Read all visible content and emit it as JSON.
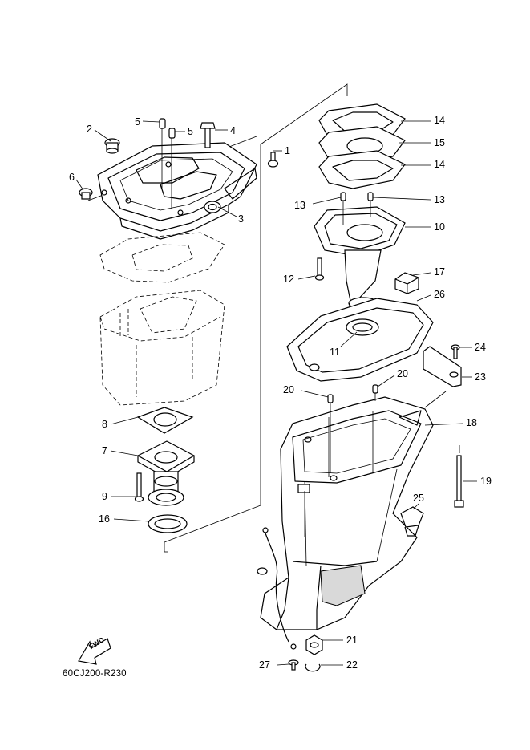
{
  "diagram_code": "60CJ200-R230",
  "fwd_label": "FWD",
  "callouts": [
    {
      "id": "c1",
      "label": "1"
    },
    {
      "id": "c2",
      "label": "2"
    },
    {
      "id": "c3",
      "label": "3"
    },
    {
      "id": "c4",
      "label": "4"
    },
    {
      "id": "c5a",
      "label": "5"
    },
    {
      "id": "c5b",
      "label": "5"
    },
    {
      "id": "c6",
      "label": "6"
    },
    {
      "id": "c7",
      "label": "7"
    },
    {
      "id": "c8",
      "label": "8"
    },
    {
      "id": "c9",
      "label": "9"
    },
    {
      "id": "c10",
      "label": "10"
    },
    {
      "id": "c11",
      "label": "11"
    },
    {
      "id": "c12",
      "label": "12"
    },
    {
      "id": "c13a",
      "label": "13"
    },
    {
      "id": "c13b",
      "label": "13"
    },
    {
      "id": "c14a",
      "label": "14"
    },
    {
      "id": "c14b",
      "label": "14"
    },
    {
      "id": "c15",
      "label": "15"
    },
    {
      "id": "c16",
      "label": "16"
    },
    {
      "id": "c17",
      "label": "17"
    },
    {
      "id": "c18",
      "label": "18"
    },
    {
      "id": "c19",
      "label": "19"
    },
    {
      "id": "c20a",
      "label": "20"
    },
    {
      "id": "c20b",
      "label": "20"
    },
    {
      "id": "c21",
      "label": "21"
    },
    {
      "id": "c22",
      "label": "22"
    },
    {
      "id": "c23",
      "label": "23"
    },
    {
      "id": "c24",
      "label": "24"
    },
    {
      "id": "c25",
      "label": "25"
    },
    {
      "id": "c26",
      "label": "26"
    },
    {
      "id": "c27",
      "label": "27"
    }
  ]
}
